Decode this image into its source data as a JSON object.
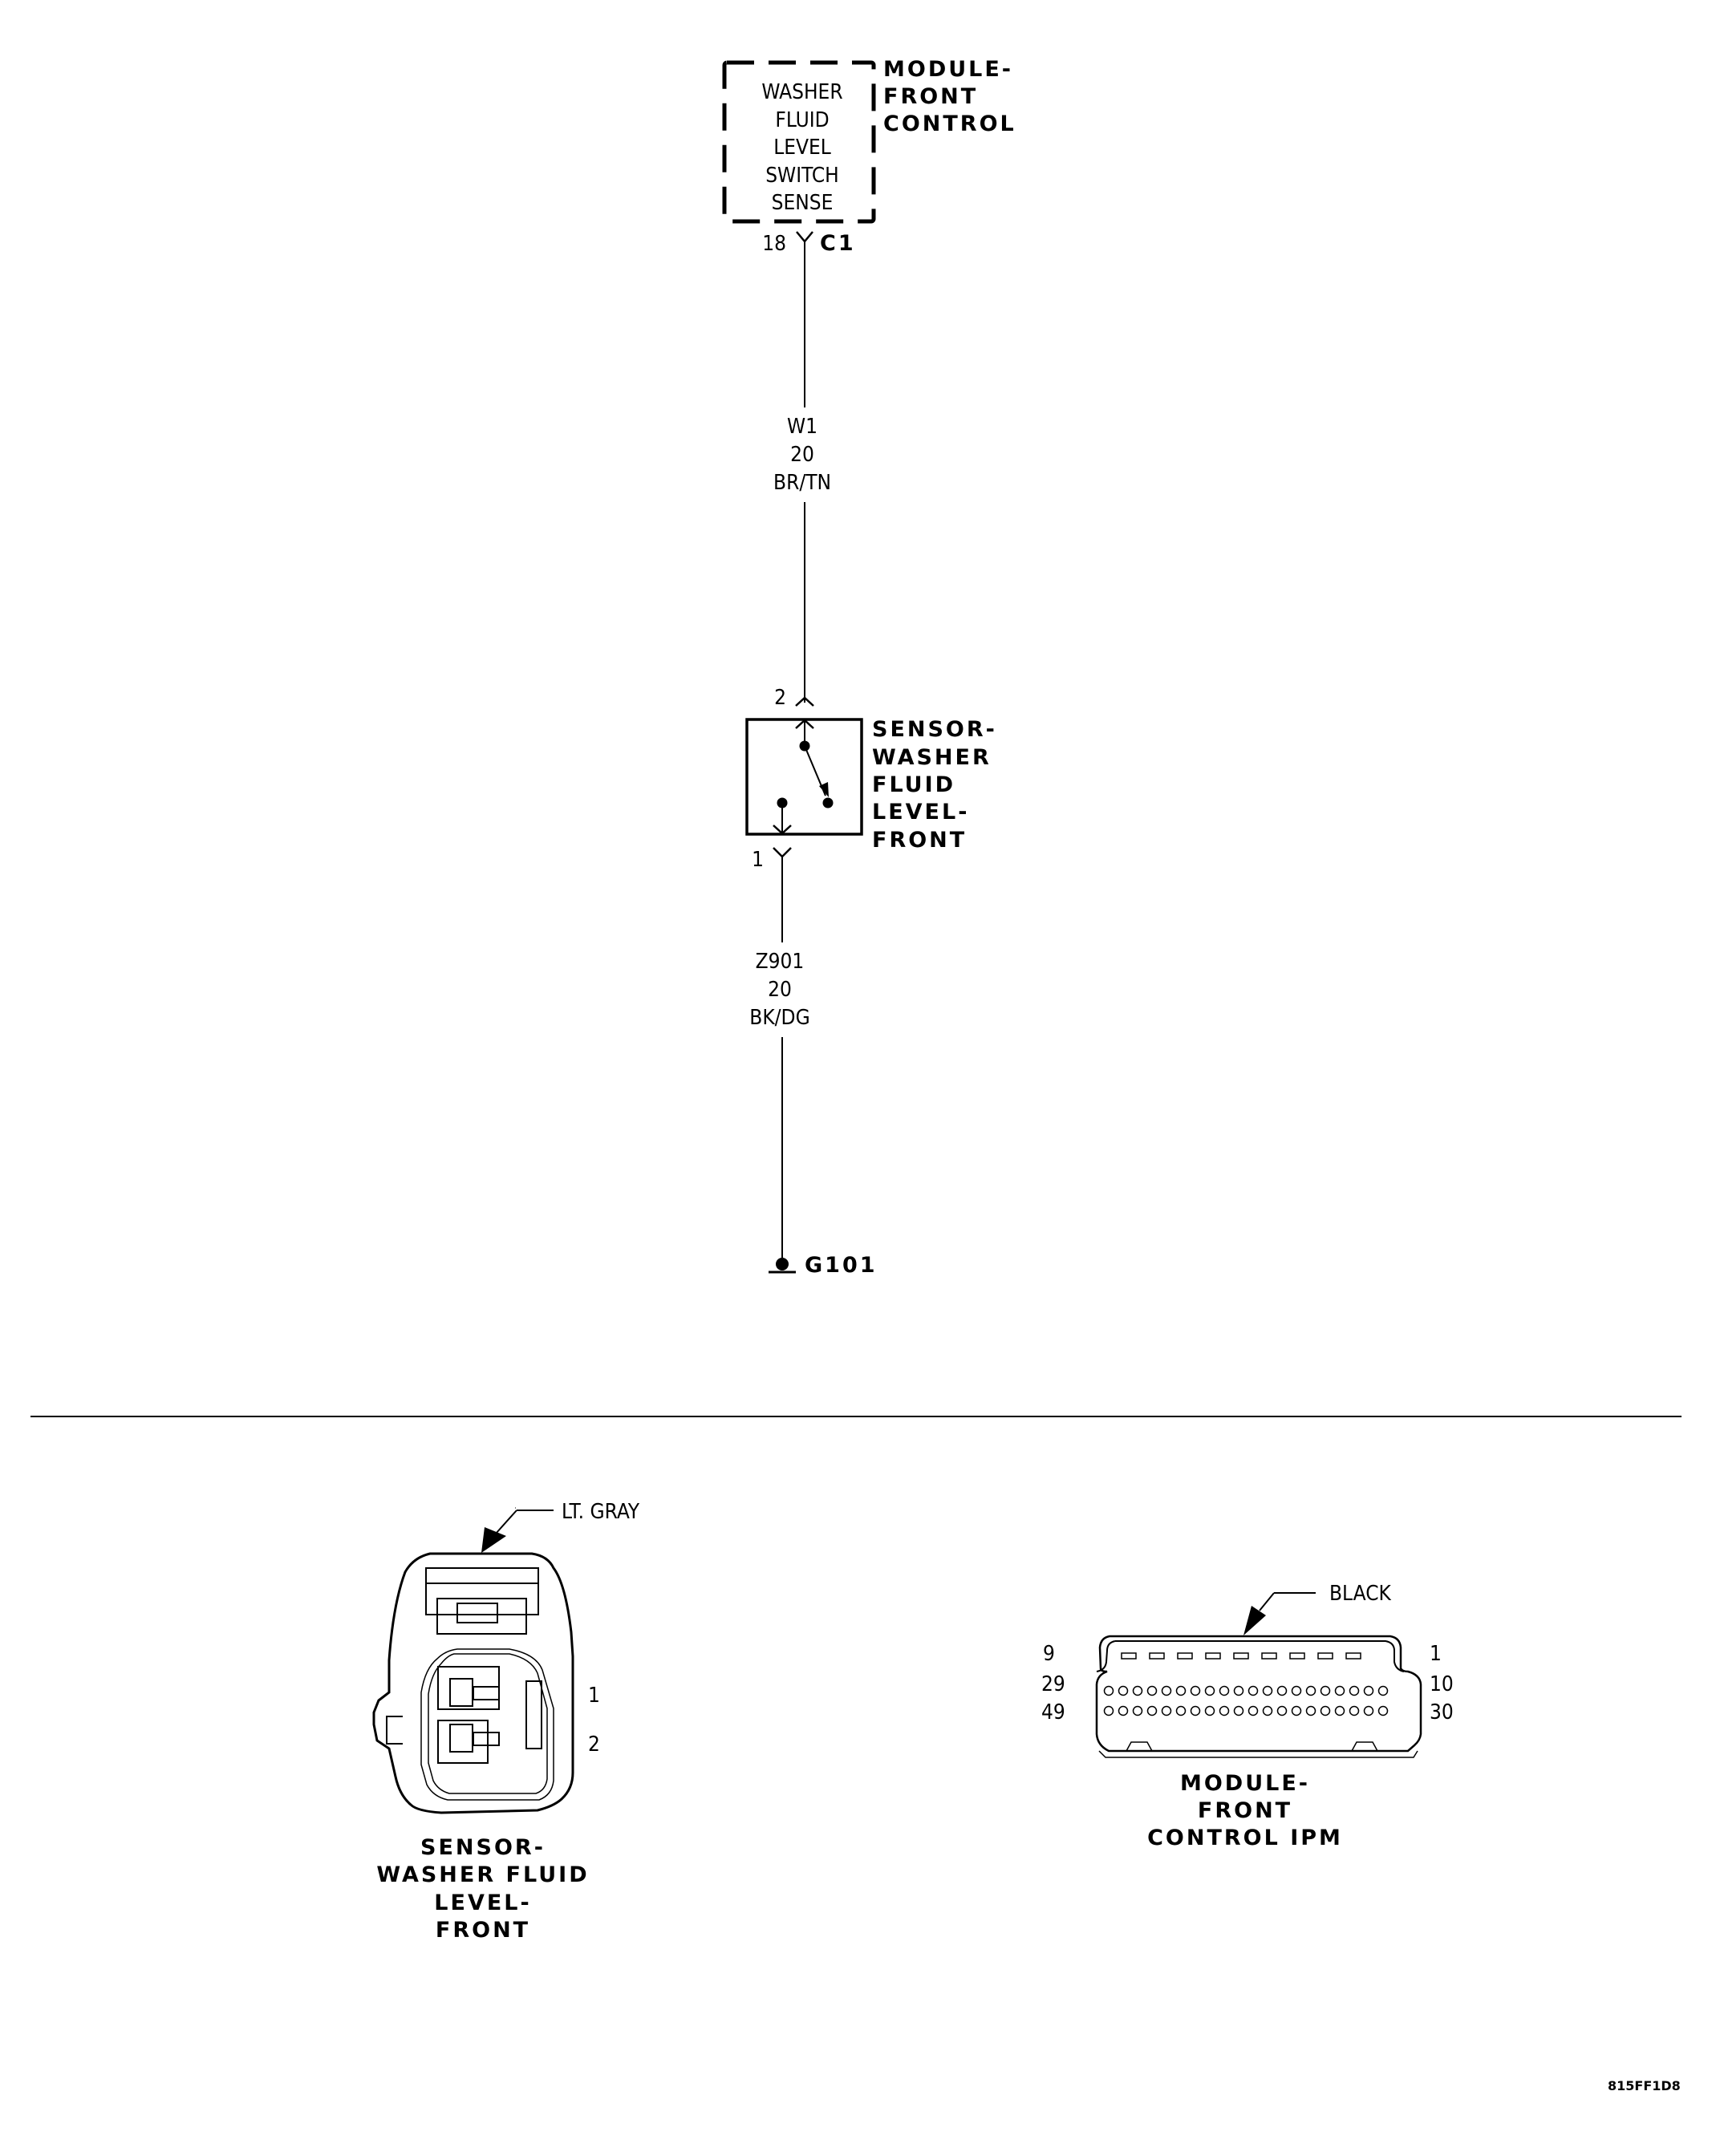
{
  "diagram": {
    "module": {
      "title_lines": [
        "MODULE-",
        "FRONT",
        "CONTROL"
      ],
      "function_lines": [
        "WASHER",
        "FLUID",
        "LEVEL",
        "SWITCH",
        "SENSE"
      ],
      "pin": "18",
      "connector": "C1"
    },
    "wire_top": {
      "circuit": "W1",
      "gauge": "20",
      "color": "BR/TN"
    },
    "sensor": {
      "title_lines": [
        "SENSOR-",
        "WASHER",
        "FLUID",
        "LEVEL-",
        "FRONT"
      ],
      "pin_top": "2",
      "pin_bottom": "1"
    },
    "wire_bottom": {
      "circuit": "Z901",
      "gauge": "20",
      "color": "BK/DG"
    },
    "ground": {
      "label": "G101"
    }
  },
  "connector_views": {
    "sensor_connector": {
      "color_label": "LT. GRAY",
      "pin_labels": [
        "1",
        "2"
      ],
      "title_lines": [
        "SENSOR-",
        "WASHER FLUID",
        "LEVEL-",
        "FRONT"
      ]
    },
    "module_connector": {
      "color_label": "BLACK",
      "left_pin_labels": [
        "9",
        "29",
        "49"
      ],
      "right_pin_labels": [
        "1",
        "10",
        "30"
      ],
      "title_lines": [
        "MODULE-",
        "FRONT",
        "CONTROL IPM"
      ],
      "top_row_slots": 9,
      "middle_row_pins": 20,
      "bottom_row_pins": 20
    }
  },
  "footer": {
    "figure_code": "815FF1D8"
  }
}
